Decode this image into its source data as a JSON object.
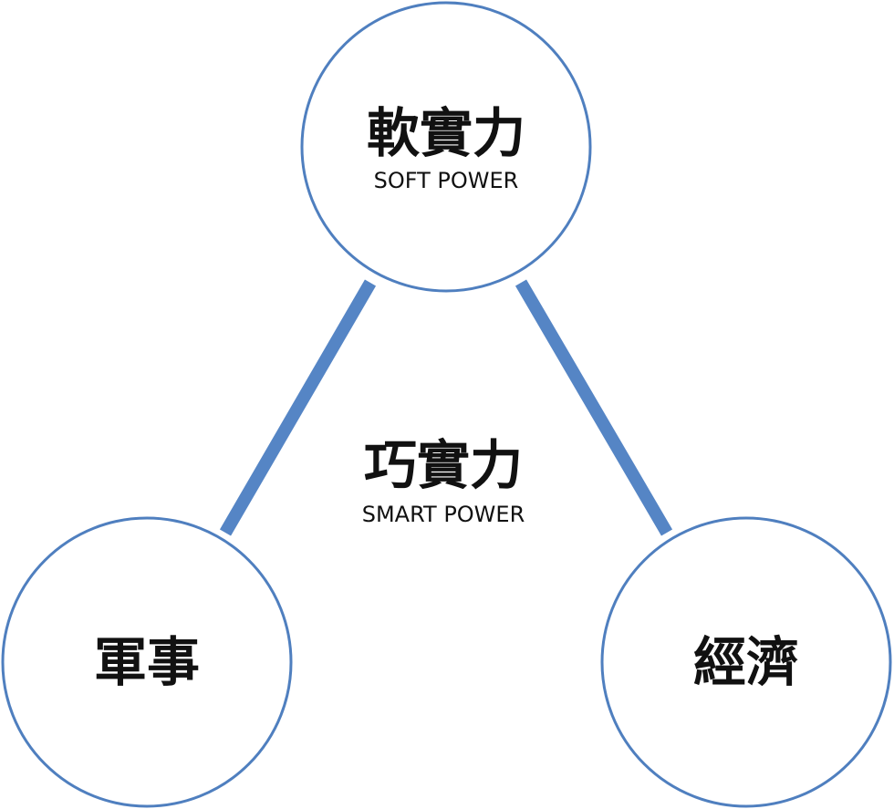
{
  "nodes": {
    "top": {
      "label": "軟實力",
      "sublabel": "SOFT POWER"
    },
    "left": {
      "label": "軍事"
    },
    "right": {
      "label": "經濟"
    }
  },
  "center": {
    "label": "巧實力",
    "sublabel": "SMART POWER"
  },
  "colors": {
    "circle_stroke": "#4f7fbf",
    "connector": "#5585c5",
    "text": "#111111"
  }
}
